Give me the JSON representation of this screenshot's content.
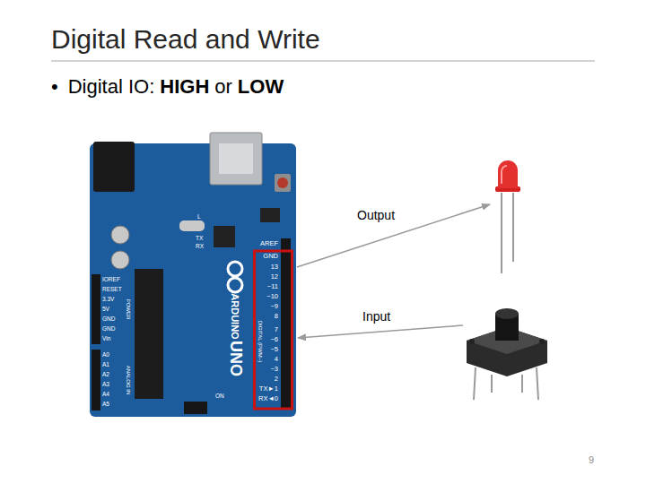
{
  "diagram": {
    "title": "Digital Read and Write",
    "labels": [
      "•",
      "Digital IO:",
      "HIGH",
      "or",
      "LOW",
      "Output",
      "Input",
      "AREF",
      "GND",
      "13",
      "12",
      "~11",
      "~10",
      "~9",
      "8",
      "7",
      "~6",
      "~5",
      "4",
      "~3",
      "2",
      "TX►1",
      "RX◄0",
      "DIGITAL (PWM~)",
      "ARDUINO",
      "UNO",
      "IOREF",
      "RESET",
      "3.3V",
      "5V",
      "GND",
      "GND",
      "Vin",
      "POWER",
      "A0",
      "A1",
      "A2",
      "A3",
      "A4",
      "A5",
      "ANALOG IN",
      "TX",
      "RX",
      "L",
      "ON",
      "9"
    ]
  }
}
